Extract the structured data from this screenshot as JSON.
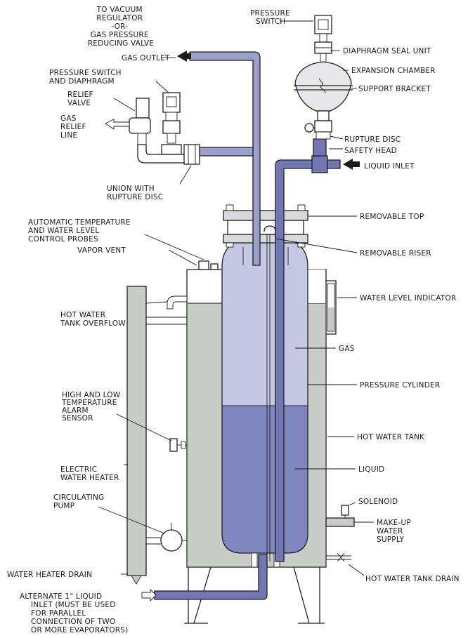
{
  "colors": {
    "gas": "#c4c8e4",
    "liquid": "#7f86c0",
    "pipe": "#9ba1cf",
    "pipe_dark": "#7177b3",
    "water": "#c8ccc6",
    "chamber": "#e6e7ea",
    "outline": "#1f1f1f"
  },
  "labels": {
    "to_vacuum": [
      "TO VACUUM",
      "REGULATOR",
      "-OR-",
      "GAS PRESSURE",
      "REDUCING VALVE"
    ],
    "gas_outlet": "GAS OUTLET",
    "pressure_switch_diaphragm": [
      "PRESSURE SWITCH",
      "AND DIAPHRAGM"
    ],
    "relief_valve": [
      "RELIEF",
      "VALVE"
    ],
    "gas_relief_line": [
      "GAS",
      "RELIEF",
      "LINE"
    ],
    "union_rupture": [
      "UNION WITH",
      "RUPTURE DISC"
    ],
    "auto_probes": [
      "AUTOMATIC TEMPERATURE",
      "AND WATER LEVEL",
      "CONTROL PROBES"
    ],
    "vapor_vent": "VAPOR VENT",
    "hot_water_overflow": [
      "HOT WATER",
      "TANK OVERFLOW"
    ],
    "alarm_sensor": [
      "HIGH AND LOW",
      "TEMPERATURE",
      "ALARM",
      "SENSOR"
    ],
    "electric_heater": [
      "ELECTRIC",
      "WATER HEATER"
    ],
    "circulating_pump": [
      "CIRCULATING",
      "PUMP"
    ],
    "water_heater_drain": "WATER HEATER DRAIN",
    "alternate_inlet": [
      "ALTERNATE 1\" LIQUID",
      "INLET (MUST BE USED",
      "FOR PARALLEL",
      "CONNECTION OF TWO",
      "OR MORE EVAPORATORS)"
    ],
    "pressure_switch_top": [
      "PRESSURE",
      "SWITCH"
    ],
    "diaphragm_seal": "DIAPHRAGM SEAL UNIT",
    "expansion_chamber": "EXPANSION CHAMBER",
    "support_bracket": "SUPPORT BRACKET",
    "rupture_disc": "RUPTURE DISC",
    "safety_head": "SAFETY HEAD",
    "liquid_inlet": "LIQUID INLET",
    "removable_top": "REMOVABLE TOP",
    "removable_riser": "REMOVABLE RISER",
    "water_level_indicator": "WATER LEVEL INDICATOR",
    "gas": "GAS",
    "pressure_cylinder": "PRESSURE CYLINDER",
    "hot_water_tank": "HOT WATER TANK",
    "liquid": "LIQUID",
    "solenoid": "SOLENOID",
    "makeup_water": [
      "MAKE-UP",
      "WATER",
      "SUPPLY"
    ],
    "hot_water_drain": "HOT WATER TANK DRAIN"
  }
}
